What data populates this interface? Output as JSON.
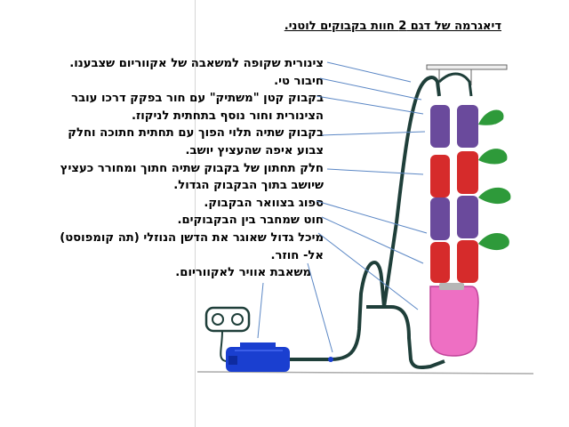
{
  "page": {
    "title": "דיאגרמה של דגם 2 חוות בקבוקים לוטני."
  },
  "labels": [
    {
      "id": "tube",
      "text": "צינורית שקופה למשאבה של אקווריום שצבענו."
    },
    {
      "id": "tee",
      "text": "חיבור טי."
    },
    {
      "id": "small-bottle-1",
      "text": "בקבוק קטן \"משתיק\" עם חור בפקק דרכו עובר"
    },
    {
      "id": "small-bottle-2",
      "text": "הצינורית וחור נוסף בתחתית לניקוז."
    },
    {
      "id": "hanging-bottle-1",
      "text": "בקבוק שתיה תלוי הפוך עם תחתית חתוכה וחלק"
    },
    {
      "id": "hanging-bottle-2",
      "text": "צבוע איפה שהעציץ יושב."
    },
    {
      "id": "pot-1",
      "text": "חלק תחתון של בקבוק שתיה חתוך ומחורר כעציץ"
    },
    {
      "id": "pot-2",
      "text": "שיושב בתוך הבקבוק הגדול."
    },
    {
      "id": "sponge",
      "text": "ספוג בצוואר הבקבוק."
    },
    {
      "id": "string",
      "text": "חוט שמחבר בין הבקבוקים."
    },
    {
      "id": "container-1",
      "text": "מיכל גדול שאוגר את הדשן הנוזלי (תה קומפוסט)"
    },
    {
      "id": "container-2",
      "text": "אל- חוזר."
    },
    {
      "id": "pump",
      "text": "משאבת אוויר לאקווריום."
    }
  ],
  "colors": {
    "arrow": "#5b87c5",
    "tube": "#1f3f3a",
    "bottle_purple": "#6a4a9c",
    "bottle_red": "#d62b2b",
    "plant_green": "#2e9a3a",
    "container_pink": "#ee6fc3",
    "pump_blue": "#1a3fd0",
    "shelf": "#aaaaaa"
  }
}
